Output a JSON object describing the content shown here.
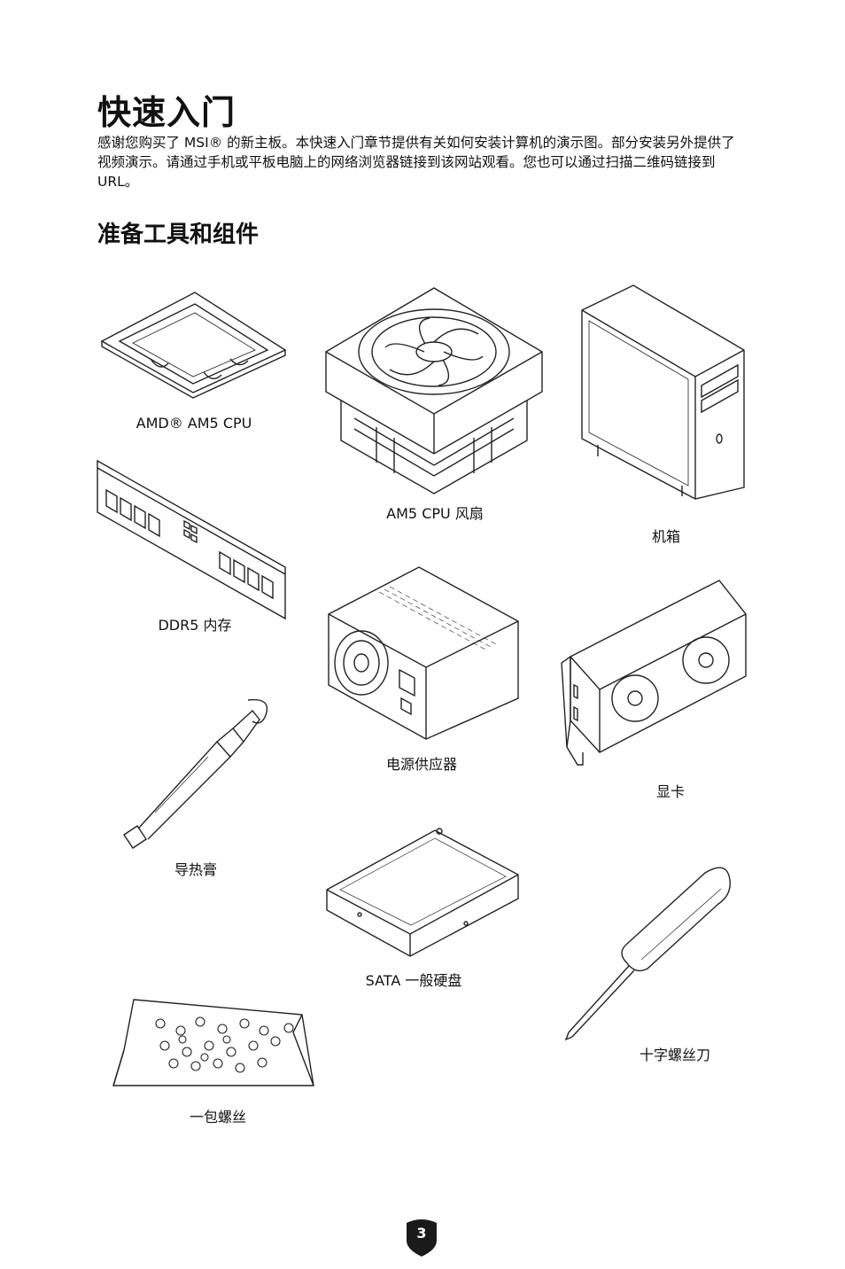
{
  "page": {
    "title": "快速入门",
    "intro": "感谢您购买了 MSI® 的新主板。本快速入门章节提供有关如何安装计算机的演示图。部分安装另外提供了视频演示。请通过手机或平板电脑上的网络浏览器链接到该网站观看。您也可以通过扫描二维码链接到 URL。",
    "section_title": "准备工具和组件",
    "page_number": "3"
  },
  "components": {
    "cpu": "AMD® AM5 CPU",
    "cooler": "AM5 CPU 风扇",
    "case": "机箱",
    "ram": "DDR5 内存",
    "psu": "电源供应器",
    "gpu": "显卡",
    "paste": "导热膏",
    "hdd": "SATA 一般硬盘",
    "screwdriver": "十字螺丝刀",
    "screws": "一包螺丝"
  }
}
